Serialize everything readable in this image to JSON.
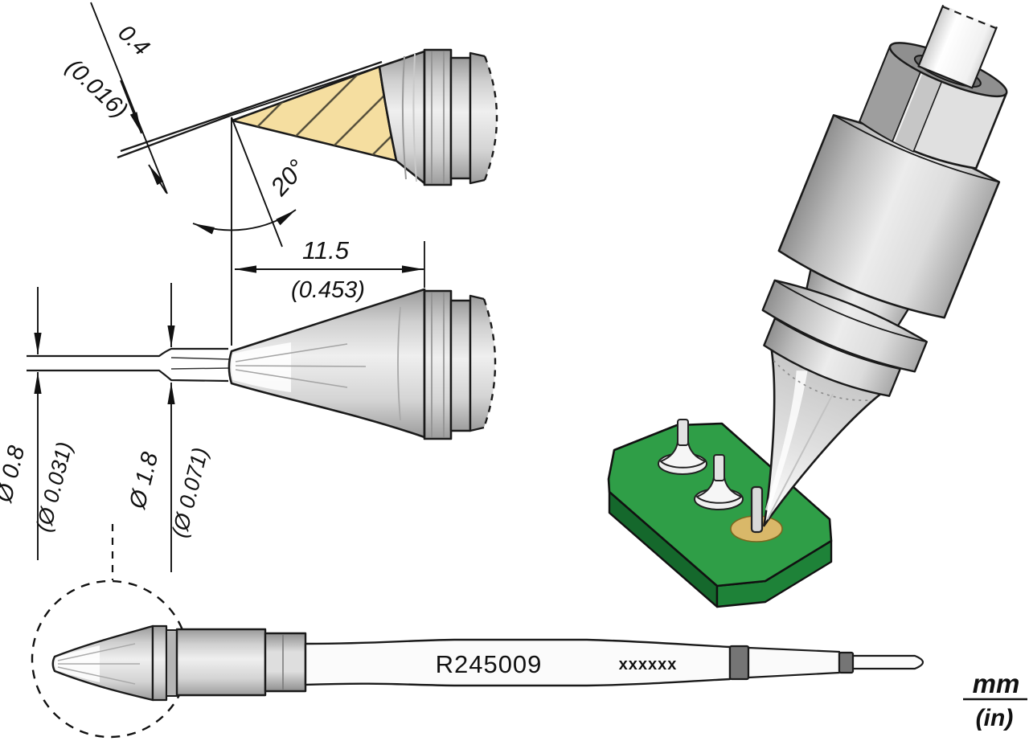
{
  "dimensions": {
    "bevel_mm": "0.4",
    "bevel_in": "(0.016)",
    "tip_angle": "20°",
    "tip_length_mm": "11.5",
    "tip_length_in": "(0.453)",
    "tip_diameter_mm": "Ø 0.8",
    "tip_diameter_in": "(Ø 0.031)",
    "shaft_diameter_mm": "Ø 1.8",
    "shaft_diameter_in": "(Ø 0.071)"
  },
  "cartridge": {
    "model": "R245009",
    "marking": "xxxxxx"
  },
  "units_legend": {
    "metric": "mm",
    "imperial": "(in)"
  },
  "colors": {
    "solder_coating": "#F5DEA0",
    "pcb_top": "#2F9E47",
    "pcb_side_front": "#1E8238",
    "pcb_side_left": "#15682C",
    "solder_pad": "#D9B869",
    "outline": "#1a1a1a"
  }
}
